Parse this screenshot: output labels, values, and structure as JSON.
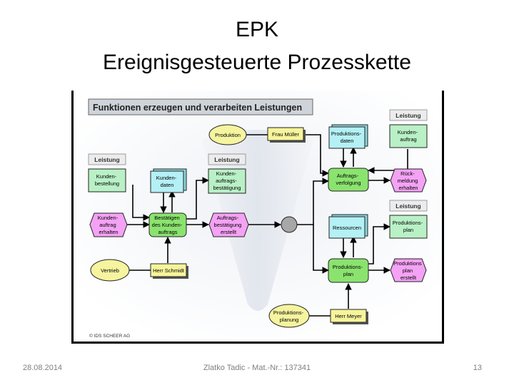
{
  "slide": {
    "title_line1": "EPK",
    "title_line2": "Ereignisgesteuerte Prozesskette"
  },
  "diagram": {
    "header": "Funktionen erzeugen und verarbeiten Leistungen",
    "copyright": "© IDS SCHEER AG",
    "leistung_label": "Leistung",
    "nodes": {
      "kundenbestellung": [
        "Kunden-",
        "bestellung"
      ],
      "kundendaten": [
        "Kunden-",
        "daten"
      ],
      "kundenauftragsbestaetigung": [
        "Kunden-",
        "auftrags-",
        "bestätigung"
      ],
      "kundenauftrag_erhalten": [
        "Kunden-",
        "auftrag",
        "erhalten"
      ],
      "bestaetigen": [
        "Bestätigen",
        "des Kunden-",
        "auftrags"
      ],
      "auftragsbestaetigung_erstellt": [
        "Auftrags-",
        "bestätigung",
        "erstellt"
      ],
      "vertrieb": [
        "Vertrieb"
      ],
      "herr_schmidt": [
        "Herr Schmidt"
      ],
      "produktion": [
        "Produktion"
      ],
      "frau_mueller": [
        "Frau Müller"
      ],
      "produktionsdaten": [
        "Produktions-",
        "daten"
      ],
      "kundenauftrag": [
        "Kunden-",
        "auftrag"
      ],
      "auftragsverfolgung": [
        "Auftrags-",
        "verfolgung"
      ],
      "rueckmeldung_erhalten": [
        "Rück-",
        "meldung",
        "erhalten"
      ],
      "ressourcen": [
        "Ressourcen"
      ],
      "produktionsplan_out": [
        "Produktions-",
        "plan"
      ],
      "produktionsplan": [
        "Produktions-",
        "plan"
      ],
      "produktionsplan_erstellt": [
        "Produktions",
        "plan",
        "erstellt"
      ],
      "produktionsplanung": [
        "Produktions-",
        "planung"
      ],
      "herr_meyer": [
        "Herr Meyer"
      ]
    },
    "colors": {
      "leistung": "#b9f0c6",
      "data": "#b4f0f5",
      "event": "#f4a2f4",
      "function": "#8be36f",
      "org": "#f6f49f",
      "role": "#f7f59b",
      "connector": "#a7a7a7"
    }
  },
  "footer": {
    "date": "28.08.2014",
    "author": "Zlatko Tadic - Mat.-Nr.: 137341",
    "page": "13"
  }
}
